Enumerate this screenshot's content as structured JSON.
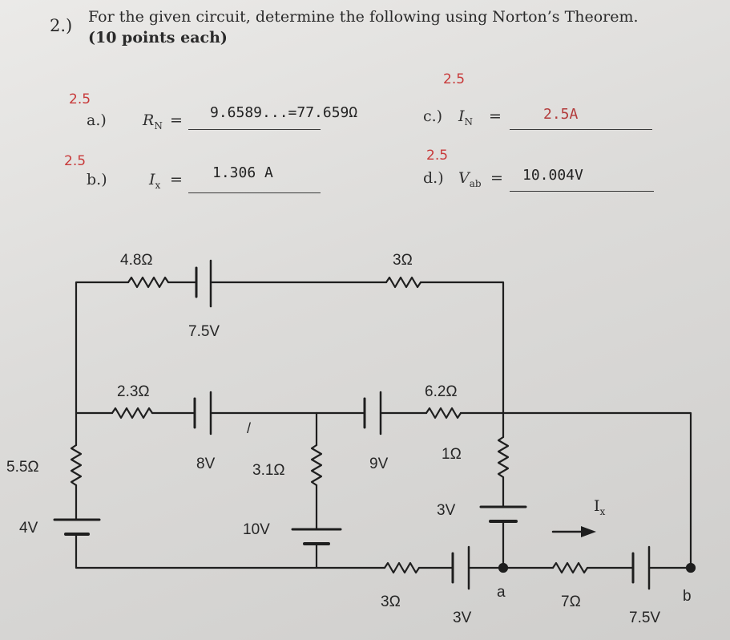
{
  "problem": {
    "number": "2.)",
    "text": "For the given circuit, determine the following using Norton’s Theorem.",
    "points": "(10 points each)"
  },
  "questions": {
    "a": {
      "label": "a.)",
      "var": "R",
      "sub": "N",
      "eq": "=",
      "answer": "9.6589...=77.659Ω",
      "score": "2.5"
    },
    "b": {
      "label": "b.)",
      "var": "I",
      "sub": "x",
      "eq": "=",
      "answer": "1.306 A",
      "score": "2.5"
    },
    "c": {
      "label": "c.)",
      "var": "I",
      "sub": "N",
      "eq": "=",
      "answer": "2.5A",
      "score": "2.5"
    },
    "d": {
      "label": "d.)",
      "var": "V",
      "sub": "ab",
      "eq": "=",
      "answer": "10.004V",
      "score": "2.5"
    }
  },
  "circuit": {
    "r_top_left": "4.8Ω",
    "v_top": "7.5V",
    "r_top_right": "3Ω",
    "r_mid_left": "2.3Ω",
    "v_mid_left": "8V",
    "r_mid_right": "6.2Ω",
    "v_mid_right": "9V",
    "r_left": "5.5Ω",
    "v_left": "4V",
    "r_center": "3.1Ω",
    "v_center": "10V",
    "r_right_vertical": "1Ω",
    "v_right_vertical": "3V",
    "r_bottom": "3Ω",
    "v_bottom": "3V",
    "node_a": "a",
    "r_ab": "7Ω",
    "v_b": "7.5V",
    "node_b": "b",
    "current_label": "I",
    "current_sub": "x",
    "mark": "/"
  }
}
